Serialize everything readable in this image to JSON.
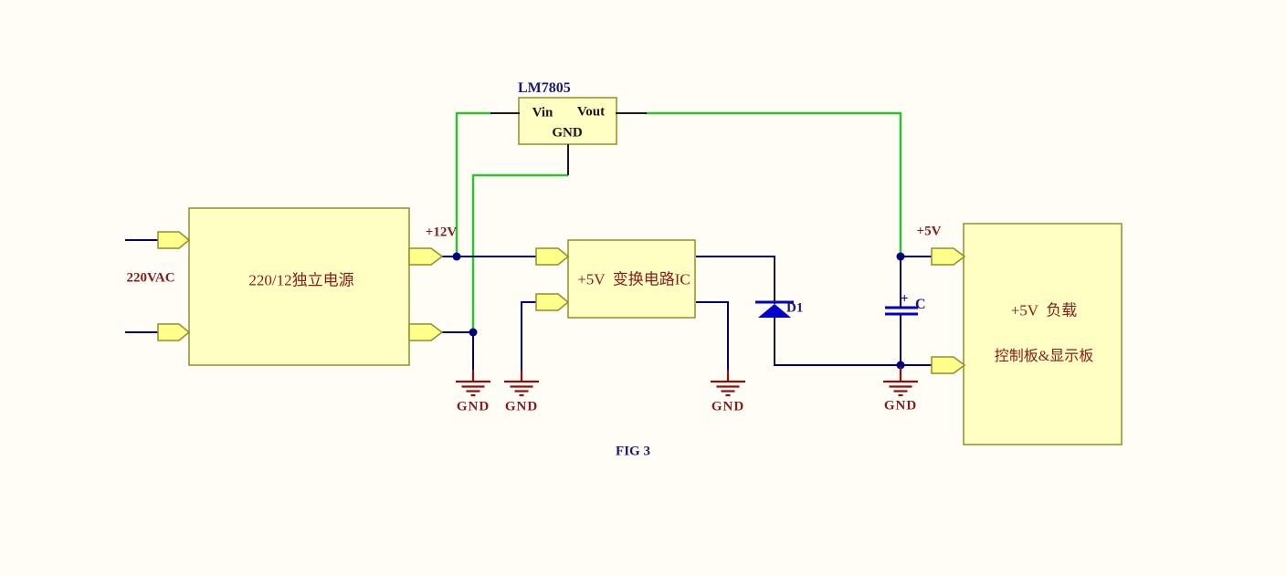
{
  "figure": {
    "caption": "FIG 3"
  },
  "power_supply": {
    "label": "220/12独立电源",
    "input_label": "220VAC"
  },
  "regulator": {
    "title": "LM7805",
    "pin_vin": "Vin",
    "pin_vout": "Vout",
    "pin_gnd": "GND"
  },
  "converter": {
    "label": "+5V  变换电路IC"
  },
  "load": {
    "line1": "+5V  负载",
    "line2": "控制板&显示板"
  },
  "nets": {
    "v12": "+12V",
    "v5": "+5V",
    "gnd": "GND"
  },
  "components": {
    "diode": "D1",
    "capacitor": "C",
    "cap_polarity": "+"
  },
  "colors": {
    "background": "#fffdf6",
    "block_fill": "#ffffc4",
    "block_border": "#8f8f2a",
    "port_fill": "#ffff8c",
    "wire_navy": "#00007d",
    "wire_green": "#2fc12f",
    "wire_black": "#1a1a1a",
    "ground_red": "#8b0f0f",
    "label_maroon": "#8b1a1a",
    "label_navy": "#18187e",
    "component_blue": "#0000cc"
  }
}
